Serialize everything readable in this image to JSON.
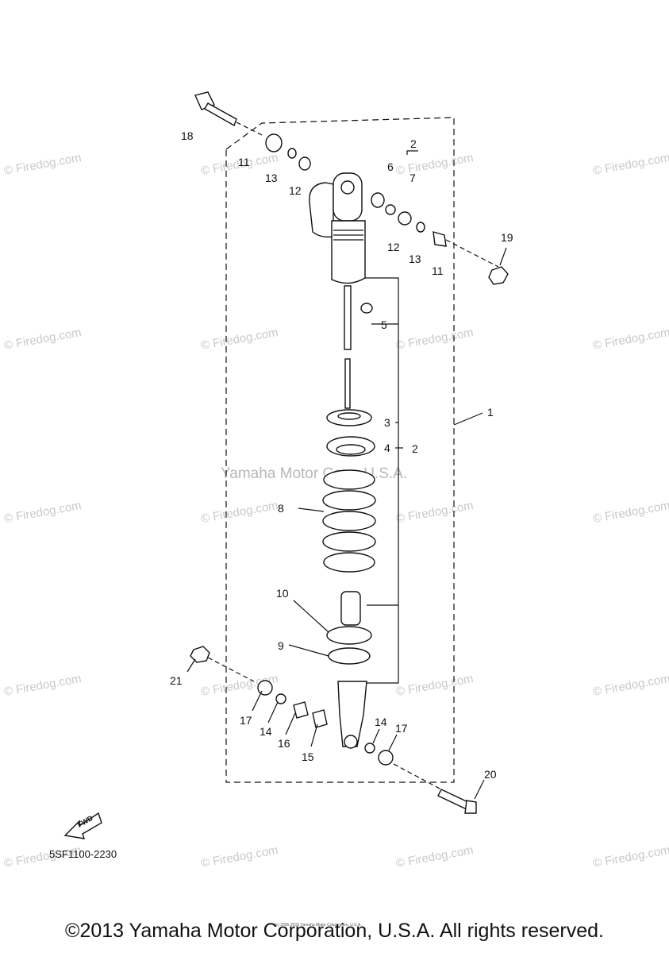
{
  "diagram": {
    "part_numbers": [
      "1",
      "2",
      "2",
      "3",
      "4",
      "5",
      "6",
      "7",
      "8",
      "9",
      "10",
      "11",
      "11",
      "12",
      "12",
      "13",
      "13",
      "14",
      "14",
      "15",
      "16",
      "17",
      "17",
      "18",
      "19",
      "20",
      "21"
    ],
    "watermark": "© Firedog.com",
    "center_watermark": "Yamaha Motor Corp, U.S.A.",
    "fwd_label": "FWD",
    "drawing_code": "5SF1100-2230"
  },
  "footer": {
    "copyright": "©2013 Yamaha Motor Corporation, U.S.A. All rights reserved.",
    "tiny_note": "(c) 2005-2015 Yamaha Motor Corporation, U.S.A."
  }
}
